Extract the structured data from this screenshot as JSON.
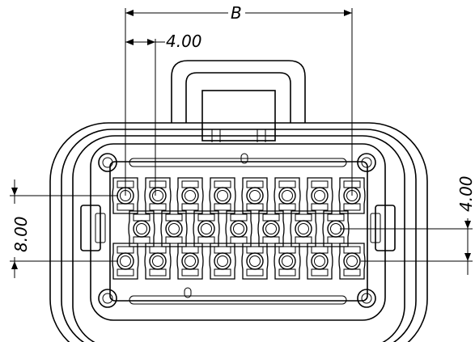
{
  "drawing": {
    "connector": {
      "top_row_cavities": 8,
      "middle_row_cavities": 7,
      "bottom_row_cavities": 8
    },
    "dimensions": {
      "overall_width_label": "B",
      "pitch_horizontal_label": "4.00",
      "row_pitch_label": "4.00",
      "outer_rows_label": "8.00"
    }
  }
}
